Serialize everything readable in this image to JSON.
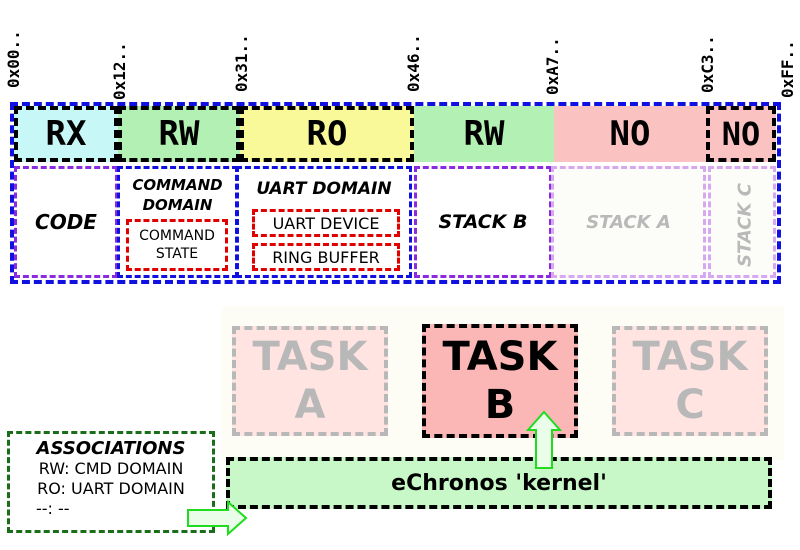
{
  "addresses": [
    "0x00..",
    "0x12..",
    "0x31..",
    "0x46..",
    "0xA7..",
    "0xC3..",
    "0xFF.."
  ],
  "permissions": [
    {
      "label": "RX",
      "color": "#c8f7f7"
    },
    {
      "label": "RW",
      "color": "#b3f0b3"
    },
    {
      "label": "RO",
      "color": "#f9f99a"
    },
    {
      "label": "RW",
      "color": "#b3f0b3"
    },
    {
      "label": "NO",
      "color": "#fbc2c2"
    },
    {
      "label": "NO",
      "color": "#fbc2c2"
    }
  ],
  "regions": {
    "code": "CODE",
    "command_domain": "COMMAND DOMAIN",
    "command_state": "COMMAND STATE",
    "uart_domain": "UART DOMAIN",
    "uart_device": "UART DEVICE",
    "ring_buffer": "RING BUFFER",
    "stack_b": "STACK B",
    "stack_a": "STACK A",
    "stack_c": "STACK C"
  },
  "tasks": {
    "a": "TASK\nA",
    "b": "TASK\nB",
    "c": "TASK\nC"
  },
  "kernel": "eChronos 'kernel'",
  "associations": {
    "title": "ASSOCIATIONS",
    "lines": [
      "RW: CMD DOMAIN",
      "RO: UART DOMAIN",
      "--: --"
    ]
  },
  "colors": {
    "memory_border": "#1010e0",
    "domain_border": "#8a2be2",
    "device_border": "#e00000",
    "assoc_border": "#1a6e1a",
    "kernel_fill": "#c8f7c8",
    "task_active_fill": "#fbb6b6",
    "task_inactive_fill": "#ffe4e1",
    "arrow_stroke": "#1fdc1f",
    "arrow_fill": "#e9fde9",
    "tasks_area_bg": "#fdfdf5"
  }
}
